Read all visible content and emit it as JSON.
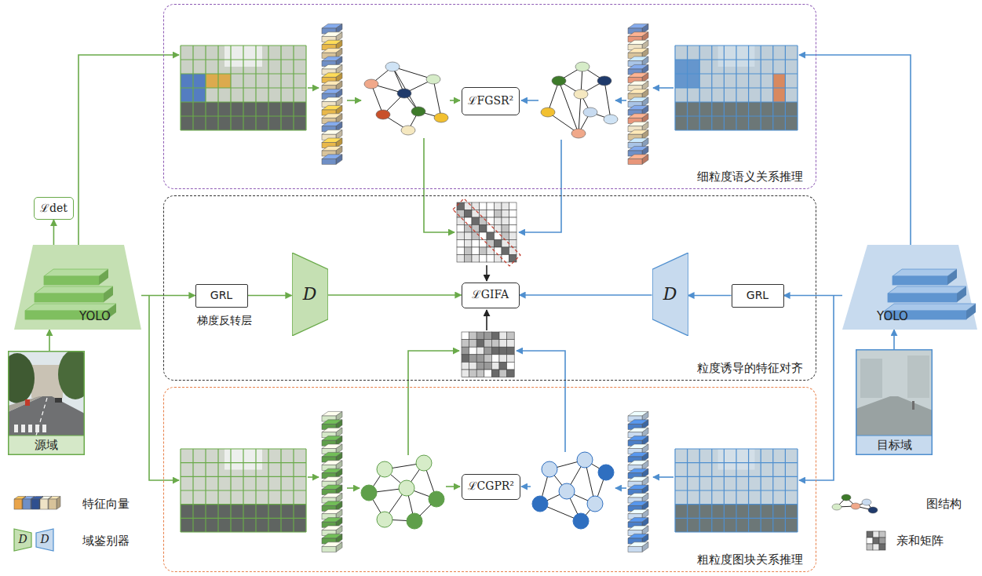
{
  "diagram": {
    "nodes": [
      {
        "text": [
          "细粒度语义关系推理"
        ]
      },
      {
        "text": [
          "ℒFGSR²"
        ],
        "in": 0
      },
      {
        "text": [
          "ℒdet"
        ]
      },
      {
        "text": [
          "YOLO"
        ]
      },
      {
        "text": [
          "粒度诱导的特征对齐"
        ]
      },
      {
        "text": [
          "GRL"
        ],
        "in": 4
      },
      {
        "text": [
          "D"
        ],
        "in": 4
      },
      {
        "text": [
          "ℒGIFA"
        ],
        "in": 4
      },
      {
        "text": [
          "D"
        ],
        "in": 4
      },
      {
        "text": [
          "GRL"
        ],
        "in": 4
      },
      {
        "text": [
          "YOLO"
        ]
      },
      {
        "text": [
          "源域"
        ]
      },
      {
        "text": [
          "目标域"
        ]
      },
      {
        "text": [
          "粗粒度图块关系推理"
        ]
      },
      {
        "text": [
          "ℒCGPR²"
        ],
        "in": 13
      }
    ],
    "edges": [
      {
        "from": 11,
        "to": 3,
        "arrow": "to"
      },
      {
        "from": 3,
        "to": 2,
        "arrow": "to"
      },
      {
        "from": 3,
        "to": 5,
        "arrow": "to"
      },
      {
        "from": 5,
        "to": 6,
        "arrow": "to"
      },
      {
        "from": 6,
        "to": 7,
        "arrow": "to"
      },
      {
        "from": 12,
        "to": 10,
        "arrow": "to"
      },
      {
        "from": 10,
        "to": 9,
        "arrow": "to"
      },
      {
        "from": 9,
        "to": 8,
        "arrow": "to"
      },
      {
        "from": 8,
        "to": 7,
        "arrow": "to"
      }
    ],
    "labels": [
      "梯度反转层",
      "D",
      "D"
    ],
    "legend": [
      {
        "text": "特征向量"
      },
      {
        "text": "域鉴别器"
      },
      {
        "text": "图结构"
      },
      {
        "text": "亲和矩阵"
      }
    ]
  }
}
